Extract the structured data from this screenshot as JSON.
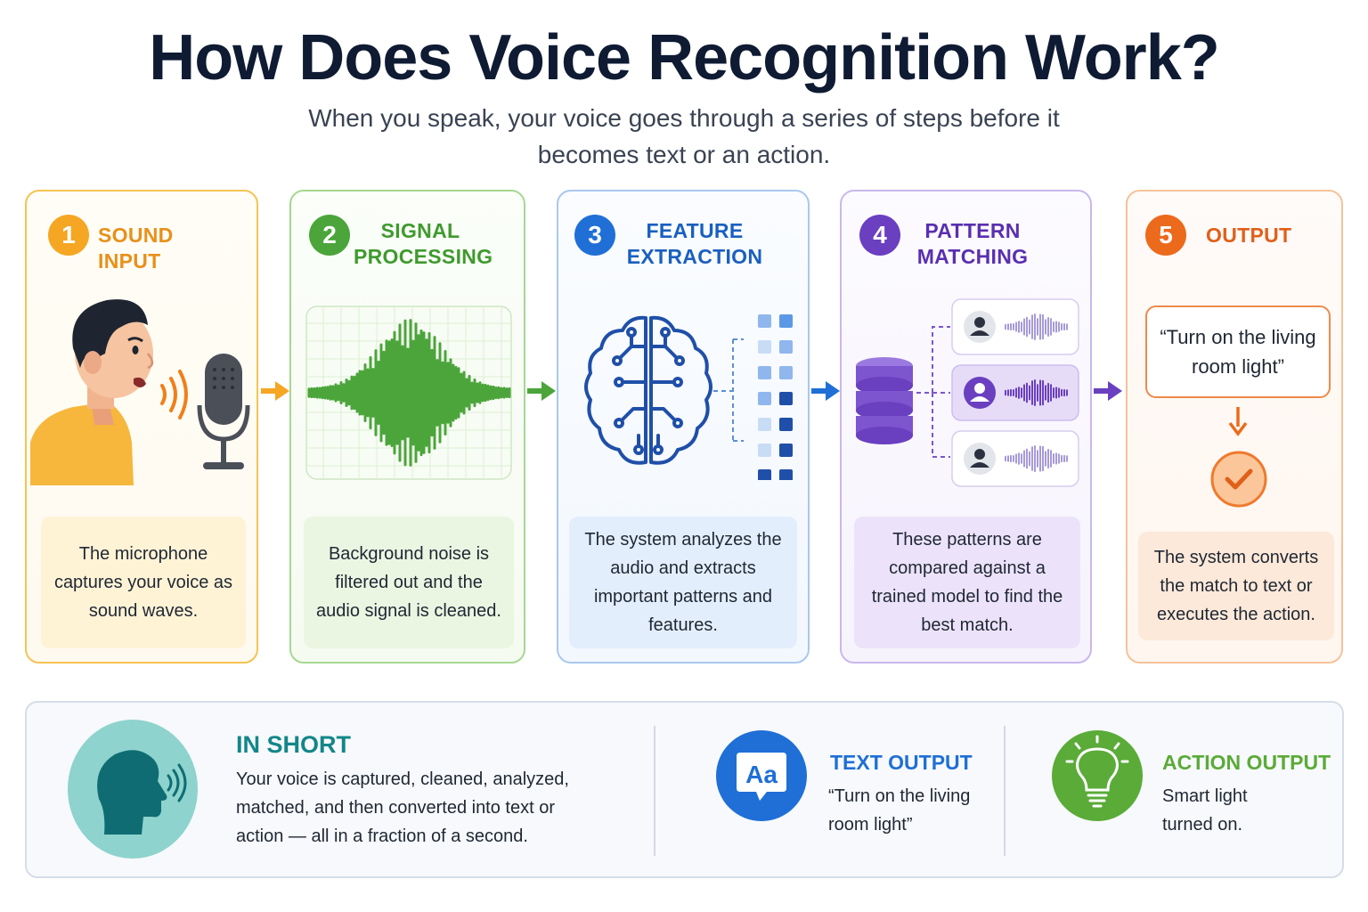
{
  "header": {
    "title": "How Does Voice Recognition Work?",
    "subtitle": "When you speak, your voice goes through a series of steps before it becomes text or an action."
  },
  "steps": [
    {
      "number": "1",
      "title": "SOUND INPUT",
      "description": "The microphone captures your voice as sound waves.",
      "color": "#f5a623",
      "icon": "person-speaking-microphone-icon"
    },
    {
      "number": "2",
      "title": "SIGNAL PROCESSING",
      "description": "Background noise is filtered out and the audio signal is cleaned.",
      "color": "#4ba53a",
      "icon": "waveform-icon"
    },
    {
      "number": "3",
      "title": "FEATURE EXTRACTION",
      "description": "The system analyzes the audio and extracts important patterns and features.",
      "color": "#1f6fd6",
      "icon": "brain-circuit-icon"
    },
    {
      "number": "4",
      "title": "PATTERN MATCHING",
      "description": "These patterns are compared against a trained model to find the best match.",
      "color": "#6a3fc0",
      "icon": "database-match-icon"
    },
    {
      "number": "5",
      "title": "OUTPUT",
      "description": "The system converts the match to text or executes the action.",
      "color": "#ec6a1c",
      "icon": "check-circle-icon",
      "quote": "“Turn on the living room light”"
    }
  ],
  "summary": {
    "in_short_title": "IN SHORT",
    "in_short_text": "Your voice is captured, cleaned, analyzed, matched, and then converted into text or action — all in a fraction of a second.",
    "text_output_title": "TEXT OUTPUT",
    "text_output_text": "“Turn on the living room light”",
    "text_output_icon_label": "Aa",
    "action_output_title": "ACTION OUTPUT",
    "action_output_text": "Smart light turned on."
  },
  "colors": {
    "teal": "#13868a",
    "blue": "#1f6fd6",
    "green": "#5aab38"
  }
}
